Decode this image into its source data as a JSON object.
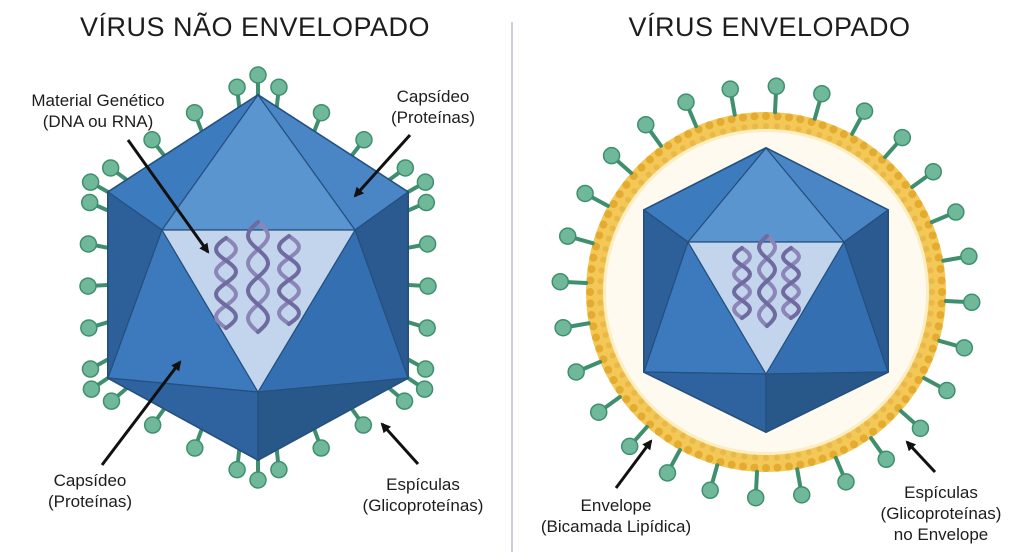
{
  "left": {
    "title": "VÍRUS NÃO ENVELOPADO",
    "labels": {
      "genetic_line1": "Material Genético",
      "genetic_line2": "(DNA ou RNA)",
      "capsid_top_line1": "Capsídeo",
      "capsid_top_line2": "(Proteínas)",
      "capsid_bottom_line1": "Capsídeo",
      "capsid_bottom_line2": "(Proteínas)",
      "spikes_line1": "Espículas",
      "spikes_line2": "(Glicoproteínas)"
    }
  },
  "right": {
    "title": "VÍRUS ENVELOPADO",
    "labels": {
      "envelope_line1": "Envelope",
      "envelope_line2": "(Bicamada Lipídica)",
      "spikes_line1": "Espículas",
      "spikes_line2": "(Glicoproteínas)",
      "spikes_line3": "no Envelope"
    }
  },
  "colors": {
    "capsid_dark": "#2f66a3",
    "capsid_mid": "#3d7bbf",
    "capsid_light": "#5b95d0",
    "core": "#c2d5ec",
    "spike": "#6fb99a",
    "spike_stroke": "#3f8f6e",
    "envelope": "#f3c857",
    "envelope_inner": "#fbeec2",
    "dna": "#8c86b8"
  }
}
